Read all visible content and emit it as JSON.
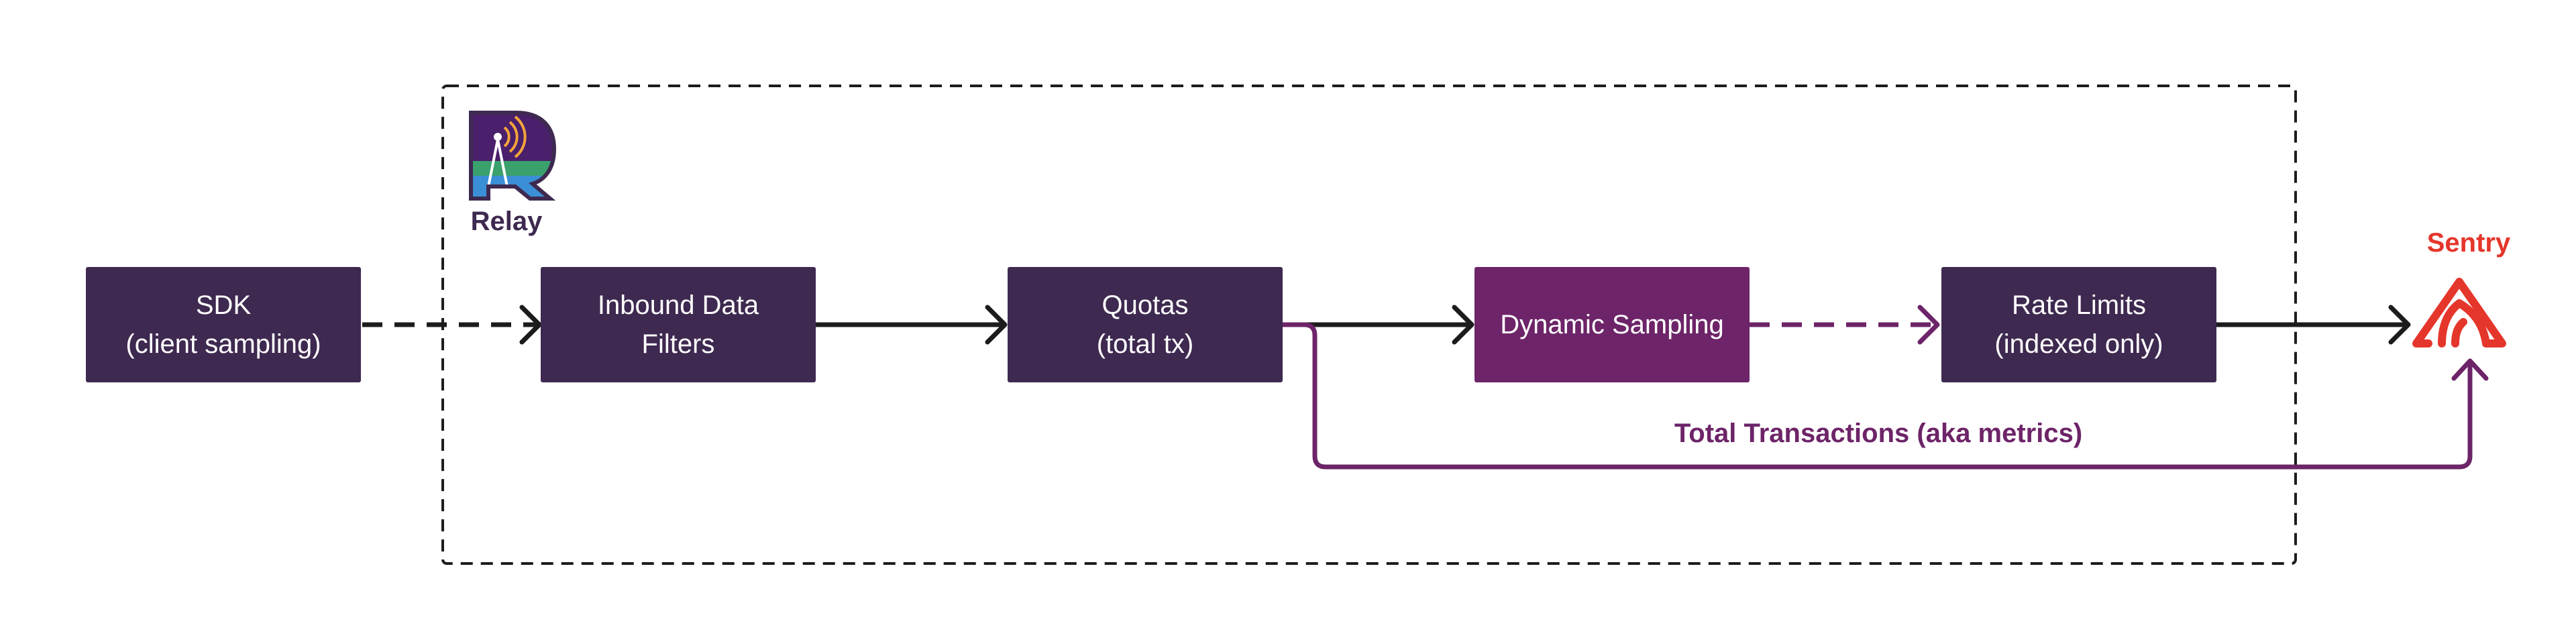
{
  "relay": {
    "label": "Relay"
  },
  "nodes": {
    "sdk": {
      "line1": "SDK",
      "line2": "(client sampling)"
    },
    "inbound": {
      "line1": "Inbound Data",
      "line2": "Filters"
    },
    "quotas": {
      "line1": "Quotas",
      "line2": "(total tx)"
    },
    "dynamic": {
      "line1": "Dynamic Sampling"
    },
    "rate": {
      "line1": "Rate Limits",
      "line2": "(indexed only)"
    }
  },
  "sentry": {
    "label": "Sentry"
  },
  "total_flow": {
    "label": "Total Transactions (aka metrics)"
  },
  "colors": {
    "node_dark": "#3e2950",
    "node_accent": "#6d2468",
    "sentry_red": "#e5362b",
    "arrow_dark": "#1c1c1c",
    "arrow_purple": "#6d2468"
  },
  "icons": {
    "relay_logo": "relay-logo-icon",
    "sentry_logo": "sentry-logo-icon"
  }
}
